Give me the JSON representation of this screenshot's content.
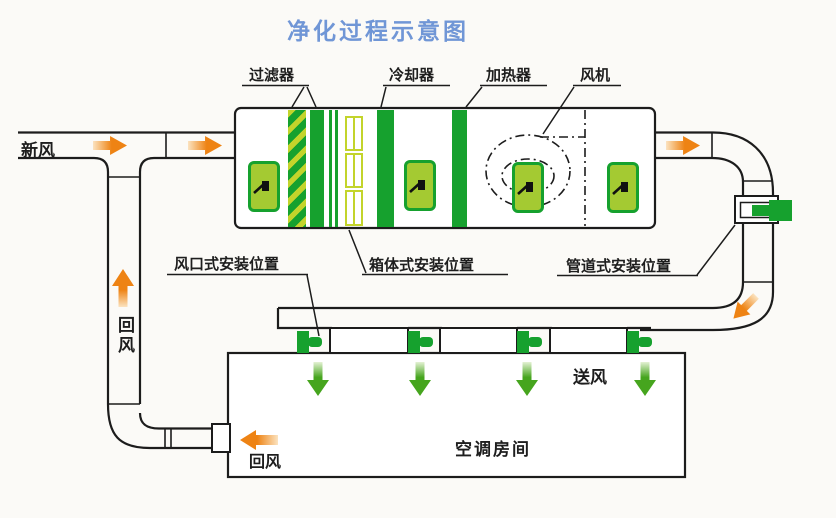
{
  "title": "净化过程示意图",
  "component_labels": {
    "filter": "过滤器",
    "cooler": "冷却器",
    "heater": "加热器",
    "fan": "风机"
  },
  "install_labels": {
    "vent": "风口式安装位置",
    "box": "箱体式安装位置",
    "duct": "管道式安装位置"
  },
  "flow_labels": {
    "fresh_air": "新风",
    "return_air": "回风",
    "return_air_room": "回风",
    "supply_air": "送风"
  },
  "room": {
    "name": "空调房间"
  },
  "colors": {
    "bg": "#fbfaf7",
    "line_black": "#1c1c1c",
    "title_blue": "#7096d6",
    "green": "#16a12e",
    "yellow_green": "#c3d42b",
    "device_fill": "#a4ca32",
    "orange": "#ee8314",
    "orange_light": "#fbe3c0",
    "arrow_green": "#46a51e",
    "arrow_green_light": "#e4f2d4"
  }
}
